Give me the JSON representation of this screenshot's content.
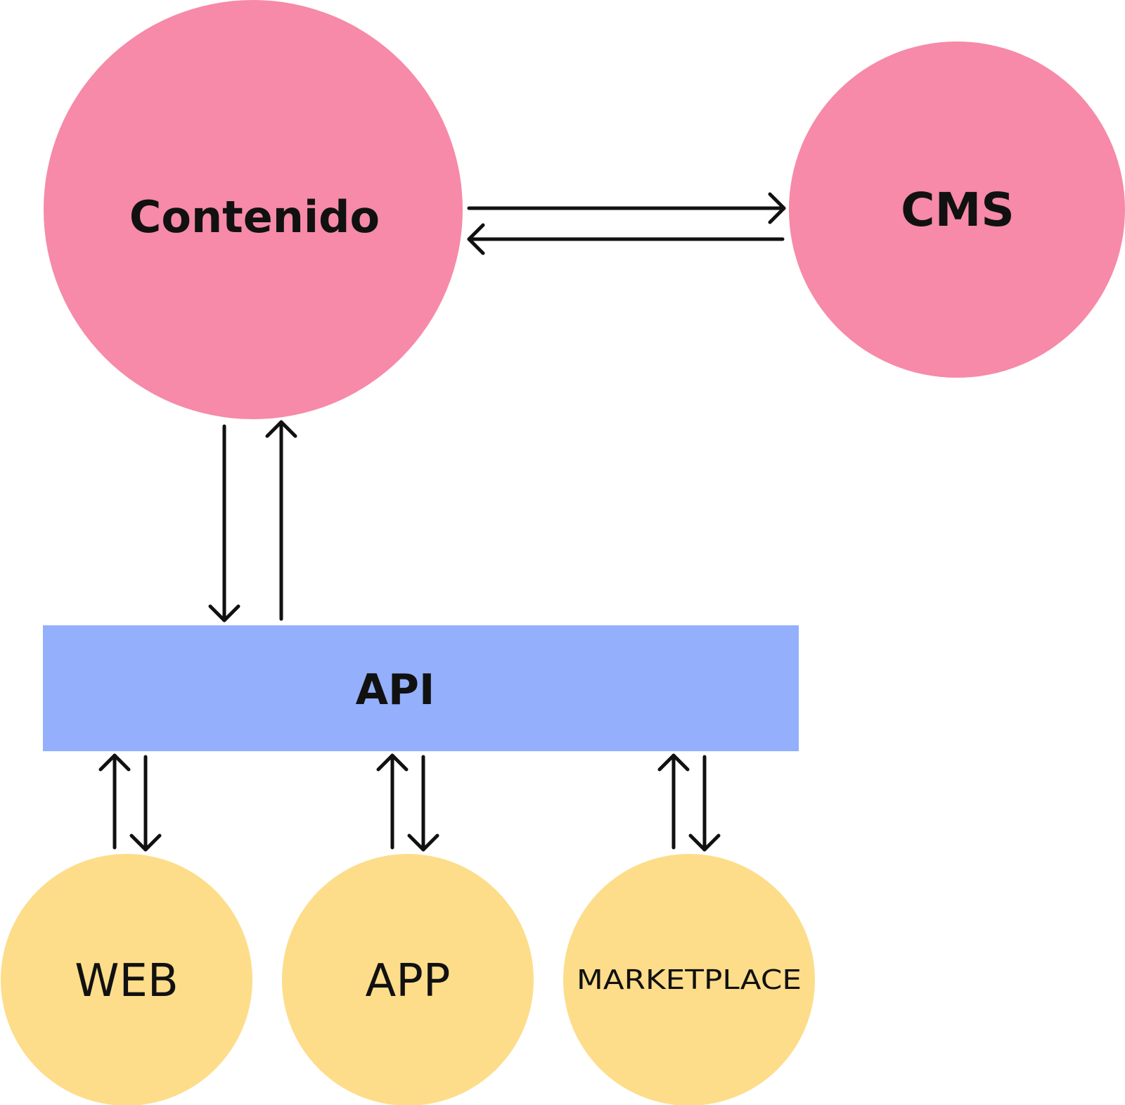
{
  "nodes": {
    "contenido": {
      "label": "Contenido"
    },
    "cms": {
      "label": "CMS"
    },
    "api": {
      "label": "API"
    },
    "web": {
      "label": "WEB"
    },
    "app": {
      "label": "APP"
    },
    "marketplace": {
      "label": "MARKETPLACE"
    }
  },
  "colors": {
    "primary_nodes": "#f68aa8",
    "api_bar": "#94b0fc",
    "client_nodes": "#fddd8a",
    "arrows": "#111111"
  },
  "connections": [
    {
      "from": "contenido",
      "to": "cms"
    },
    {
      "from": "cms",
      "to": "contenido"
    },
    {
      "from": "contenido",
      "to": "api"
    },
    {
      "from": "api",
      "to": "contenido"
    },
    {
      "from": "web",
      "to": "api"
    },
    {
      "from": "api",
      "to": "web"
    },
    {
      "from": "app",
      "to": "api"
    },
    {
      "from": "api",
      "to": "app"
    },
    {
      "from": "marketplace",
      "to": "api"
    },
    {
      "from": "api",
      "to": "marketplace"
    }
  ]
}
